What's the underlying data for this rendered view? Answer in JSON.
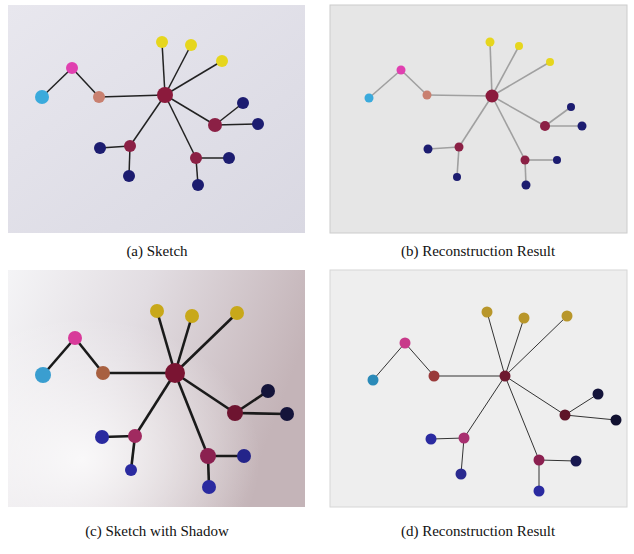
{
  "diagram": {
    "labels": [
      "(a) Sketch",
      "(b) Reconstruction Result",
      "(c) Sketch with Shadow",
      "(d) Reconstruction Result"
    ]
  }
}
